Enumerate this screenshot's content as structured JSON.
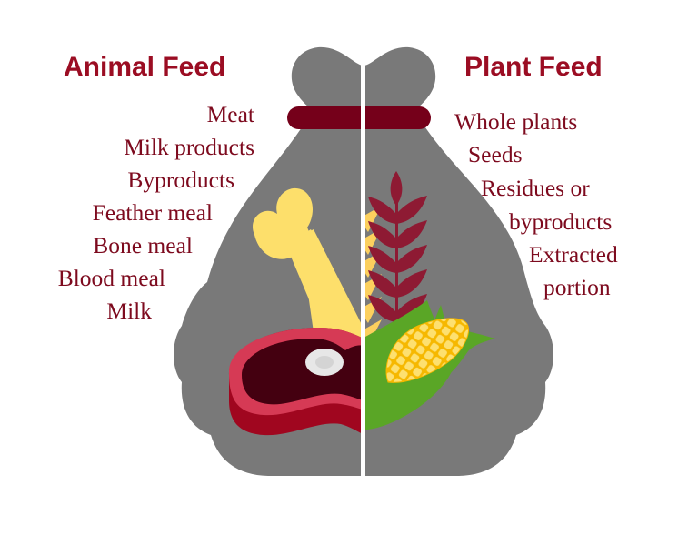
{
  "colors": {
    "title": "#9b0d23",
    "text": "#7d0a1e",
    "bag": "#797979",
    "tie": "#75001a",
    "divider": "#ffffff",
    "bone": "#fddf6b",
    "meat_rim": "#d63a55",
    "meat_side": "#a0061f",
    "meat_inner": "#440010",
    "marrow_outer": "#e7e7e7",
    "marrow_inner": "#d4d4d4",
    "wheat": "#8e1a33",
    "wheat_gold": "#fcd05e",
    "husk": "#5aa626",
    "corn": "#fdd64d",
    "corn_grid": "#f6b800"
  },
  "animal_feed": {
    "title": "Animal Feed",
    "items": [
      "Meat",
      "Milk products",
      "Byproducts",
      "Feather meal",
      "Bone meal",
      "Blood meal",
      "Milk"
    ]
  },
  "plant_feed": {
    "title": "Plant Feed",
    "items": [
      "Whole plants",
      "Seeds",
      "Residues or",
      "byproducts",
      "Extracted",
      "portion"
    ]
  },
  "icons": {
    "bag": "feed-sack-icon",
    "animal": [
      "bone-icon",
      "steak-icon"
    ],
    "plant": [
      "wheat-icon",
      "corn-icon"
    ]
  }
}
